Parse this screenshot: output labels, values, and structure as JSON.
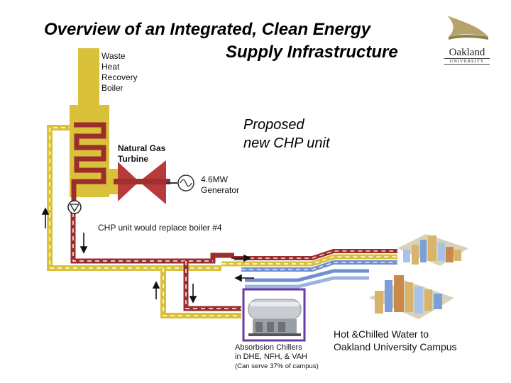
{
  "title": {
    "line1": "Overview of an Integrated, Clean Energy",
    "line2": "Supply Infrastructure"
  },
  "logo": {
    "name": "Oakland",
    "sub": "UNIVERSITY"
  },
  "labels": {
    "boiler": [
      "Waste",
      "Heat",
      "Recovery",
      "Boiler"
    ],
    "turbine": [
      "Natural Gas",
      "Turbine"
    ],
    "generator": [
      "4.6MW",
      "Generator"
    ],
    "replace": "CHP unit would replace boiler #4",
    "proposed": [
      "Proposed",
      "new CHP unit"
    ],
    "chillers": [
      "Absorbsion Chillers",
      "in DHE, NFH, & VAH",
      "(Can serve 37% of campus)"
    ],
    "campus": [
      "Hot &Chilled Water to",
      "Oakland University Campus"
    ]
  },
  "colors": {
    "boiler_yellow": "#d9c13a",
    "pipe_red": "#9b2d2d",
    "pipe_blue": "#6f8fcf",
    "turbine_red": "#b83a3a",
    "chiller_frame": "#6a3aa6"
  },
  "icons": {
    "pump": "pump-icon",
    "generator": "generator-icon",
    "flow_arrows": "arrow-icon"
  }
}
